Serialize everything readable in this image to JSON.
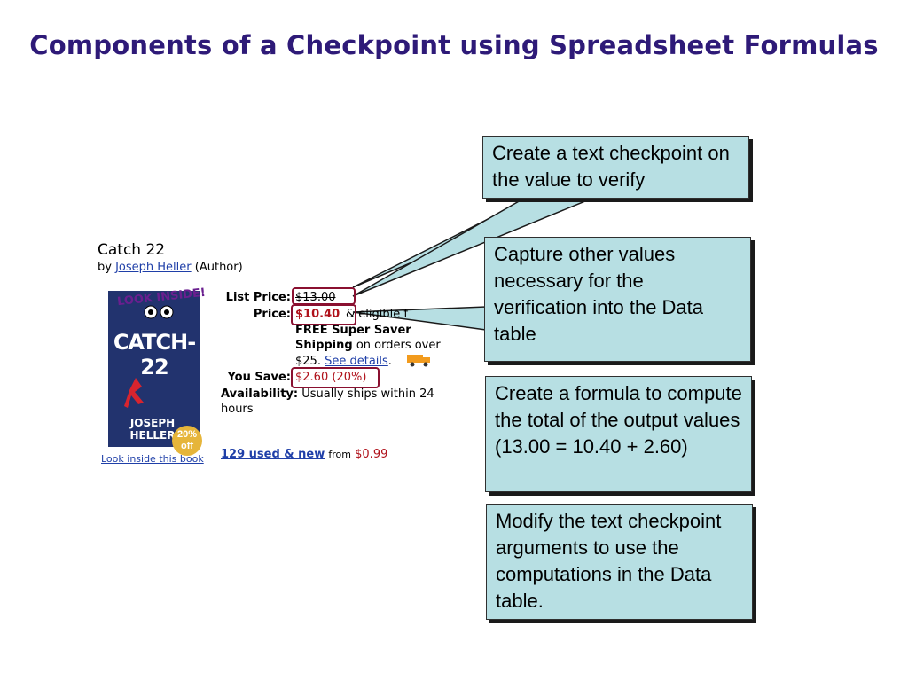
{
  "slide": {
    "title": "Components of a Checkpoint using Spreadsheet Formulas"
  },
  "product": {
    "title": "Catch 22",
    "by_prefix": "by",
    "author": "Joseph Heller",
    "author_role": "(Author)",
    "list_price_label": "List Price:",
    "list_price": "$13.00",
    "price_label": "Price:",
    "price": "$10.40",
    "price_note": "& eligible f",
    "shipping_line1": "FREE Super Saver",
    "shipping_bold": "Shipping",
    "shipping_rest": " on orders over",
    "shipping_amount": "$25.",
    "see_details": "See details",
    "you_save_label": "You Save:",
    "you_save": "$2.60 (20%)",
    "availability_label": "Availability:",
    "availability_text": " Usually ships within 24",
    "availability_text2": "hours",
    "used_new": "129 used & new",
    "from_label": "from",
    "used_price": "$0.99",
    "look_inside_link": "Look inside this book",
    "cover": {
      "look_inside_badge": "LOOK INSIDE!",
      "cover_title": "CATCH-22",
      "cover_author": "JOSEPH HELLER",
      "discount_badge": "20%\noff"
    }
  },
  "callouts": [
    "Create a text checkpoint on the value to verify",
    "Capture other values necessary for the verification into the Data table",
    "Create a formula to compute the total of the output values\n(13.00 = 10.40 + 2.60)",
    "Modify the text checkpoint arguments to use the computations in the Data table."
  ],
  "colors": {
    "title": "#2e1a78",
    "callout_fill": "#b7dfe3",
    "highlight_border": "#8a1030",
    "link": "#1f3fa8",
    "price_red": "#b0121b"
  }
}
